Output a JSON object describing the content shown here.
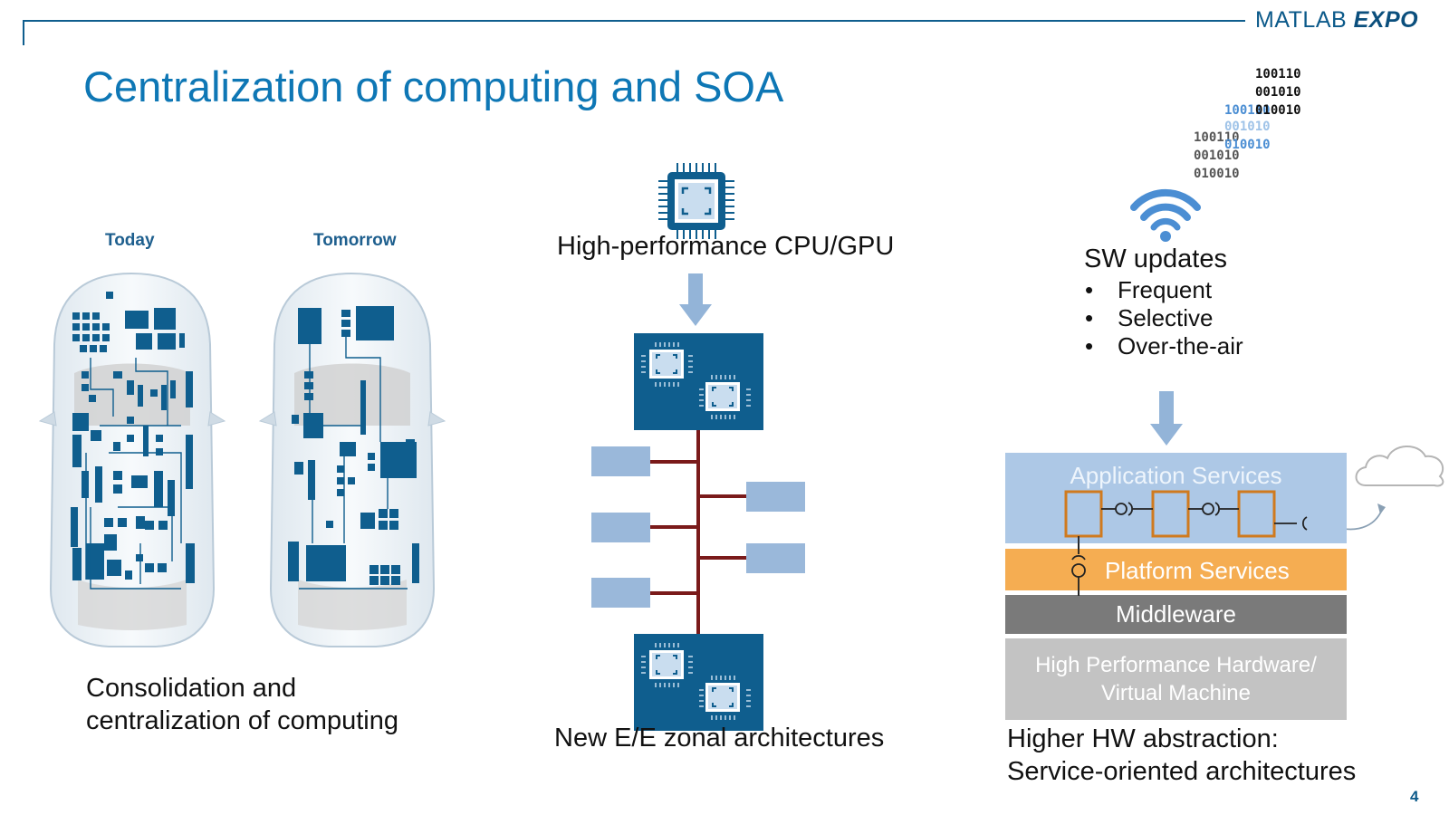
{
  "header": {
    "logo_part1": "MATLAB",
    "logo_part2": "EXPO",
    "title": "Centralization of computing and SOA"
  },
  "left_panel": {
    "label_today": "Today",
    "label_tomorrow": "Tomorrow",
    "caption_line1": "Consolidation and",
    "caption_line2": "centralization of computing"
  },
  "middle_panel": {
    "cpu_label": "High-performance CPU/GPU",
    "caption": "New E/E zonal architectures"
  },
  "right_panel": {
    "binary_rows": [
      "100110",
      "001010",
      "100110",
      "010010",
      "001010",
      "100110",
      "010010",
      "001010",
      "010010"
    ],
    "sw_title": "SW updates",
    "sw_items": [
      "Frequent",
      "Selective",
      "Over-the-air"
    ],
    "bullet": "•",
    "layers": {
      "application": "Application Services",
      "platform": "Platform Services",
      "middleware": "Middleware",
      "hw_line1": "High Performance Hardware/",
      "hw_line2": "Virtual Machine"
    },
    "caption_line1": "Higher HW abstraction:",
    "caption_line2": "Service-oriented architectures"
  },
  "page_number": "4",
  "colors": {
    "brand": "#0e77b5",
    "chip_blue": "#0f5e8e",
    "bus_red": "#7a1a1a",
    "zone_box": "#9ab8da",
    "app_layer": "#adc8e6",
    "platform_layer": "#f5ad52",
    "middleware_layer": "#7a7a7a",
    "hw_layer": "#c3c3c3",
    "service_box": "#d07a1e"
  }
}
